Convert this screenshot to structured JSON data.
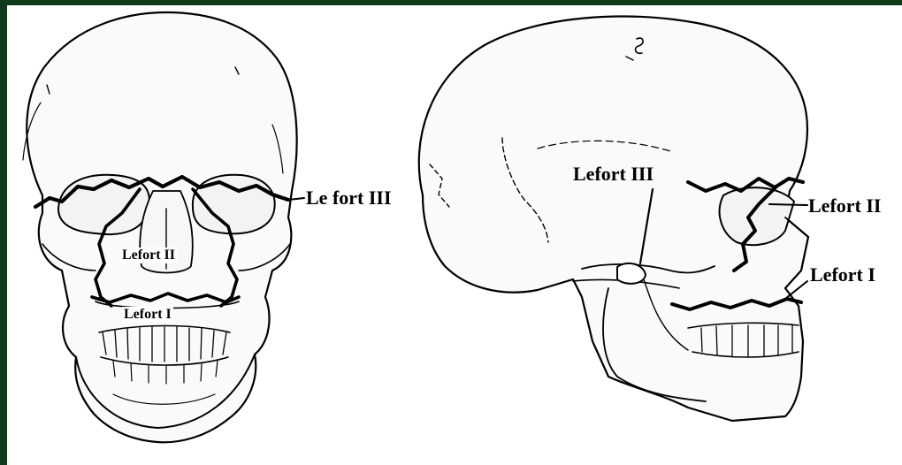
{
  "labels": {
    "front_lefort3": "Le fort III",
    "front_lefort2": "Lefort II",
    "front_lefort1": "Lefort I",
    "side_lefort3": "Lefort III",
    "side_lefort2": "Lefort II",
    "side_lefort1": "Lefort I"
  },
  "colors": {
    "background": "#0f3a1c",
    "paper": "#ffffff",
    "line": "#000000",
    "bone_fill": "#f3f3f3"
  }
}
